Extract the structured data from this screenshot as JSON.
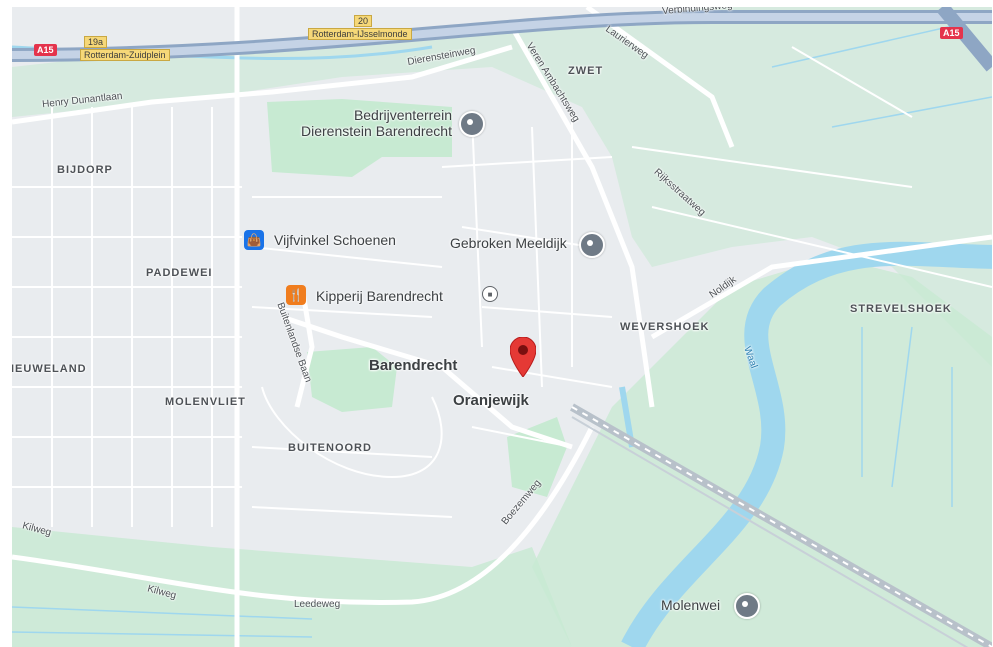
{
  "map": {
    "colors": {
      "water": "#9fd7ee",
      "land": "#e9ecef",
      "green": "#c7ead2",
      "highway": "#8ea6c4",
      "road": "#ffffff",
      "pin": "#e53935"
    },
    "places": {
      "barendrecht": "Barendrecht",
      "oranjewijk": "Oranjewijk"
    },
    "districts": {
      "zwet": "ZWET",
      "bijdorp": "BIJDORP",
      "paddewei": "PADDEWEI",
      "wevershoek": "WEVERSHOEK",
      "strevelshoek": "STREVELSHOEK",
      "neuweland": "IEUWELAND",
      "molenvliet": "MOLENVLIET",
      "buitenoord": "BUITENOORD"
    },
    "pois": {
      "bedrijventerrein_line1": "Bedrijventerrein",
      "bedrijventerrein_line2": "Dierenstein Barendrecht",
      "gebroken_meeldijk": "Gebroken Meeldijk",
      "vijfvinkel": "Vijfvinkel Schoenen",
      "kipperij": "Kipperij Barendrecht",
      "molenwei": "Molenwei"
    },
    "streets": {
      "dierensteinweg": "Dierensteinweg",
      "laurierweg": "Laurierweg",
      "verbindingsweg": "Verbindingsweg",
      "verenambachtsweg": "Veren Ambachtsweg",
      "henrydunantlaan": "Henry Dunantlaan",
      "rijksstraatweg": "Rijksstraatweg",
      "noldijk": "Noldijk",
      "buitenlandsebaan": "Buitenlandse Baan",
      "boezemweg": "Boezemweg",
      "kilweg_1": "Kilweg",
      "kilweg_2": "Kilweg",
      "leedeweg": "Leedeweg",
      "waal": "Waal"
    },
    "shields": {
      "a15_left": "A15",
      "a15_right": "A15",
      "exit_19a": "19a",
      "exit_19a_name": "Rotterdam-Zuidplein",
      "exit_20": "20",
      "exit_20_name": "Rotterdam-IJsselmonde"
    },
    "icons": {
      "poi": "poi-pin-icon",
      "shop": "shopping-bag-icon",
      "restaurant": "fork-knife-icon",
      "transit": "bus-stop-icon",
      "location": "location-pin-icon"
    }
  }
}
